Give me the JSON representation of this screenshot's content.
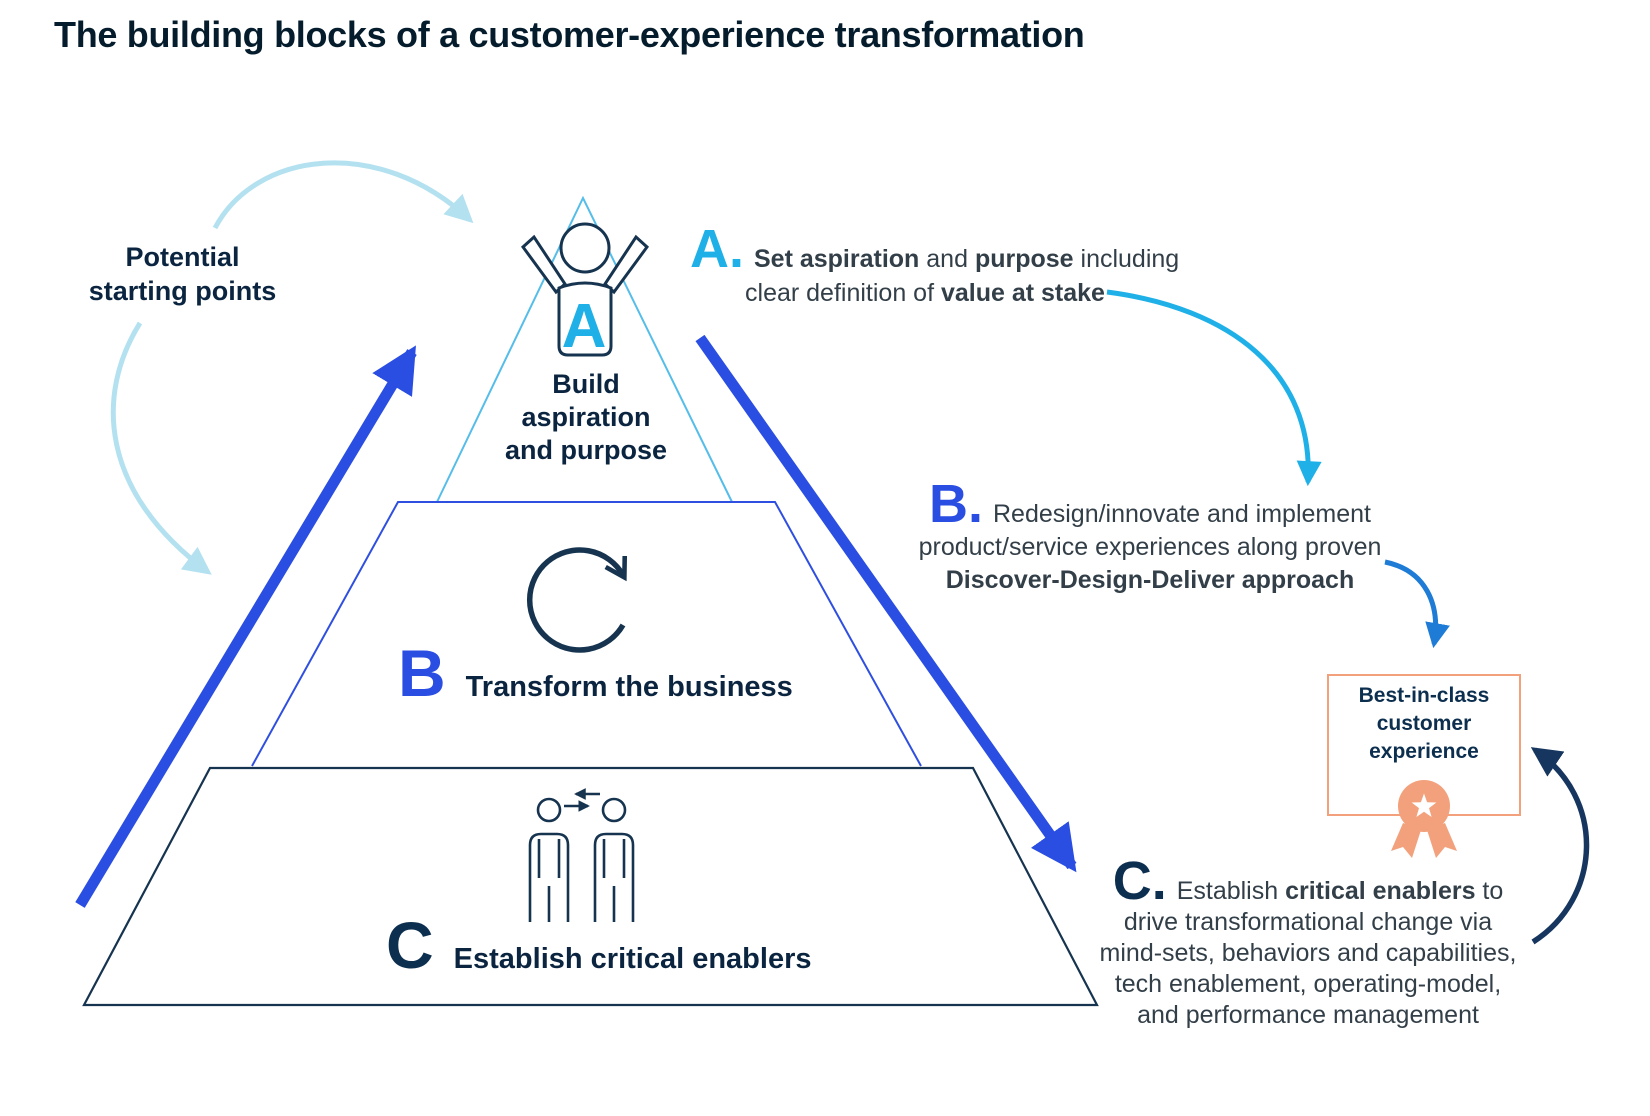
{
  "title": "The building blocks of a customer-experience transformation",
  "left_label": {
    "lines": [
      "Potential",
      "starting points"
    ]
  },
  "pyramid": {
    "a": {
      "letter": "A",
      "label_lines": [
        "Build",
        "aspiration",
        "and purpose"
      ]
    },
    "b": {
      "letter": "B",
      "label": "Transform the business"
    },
    "c": {
      "letter": "C",
      "label": "Establish critical enablers"
    }
  },
  "annotations": {
    "a": {
      "letter": "A.",
      "lines": [
        [
          {
            "t": "Set aspiration",
            "b": true
          },
          {
            "t": " and ",
            "b": false
          },
          {
            "t": "purpose",
            "b": true
          },
          {
            "t": " including",
            "b": false
          }
        ],
        [
          {
            "t": "clear definition of ",
            "b": false
          },
          {
            "t": "value at stake",
            "b": true
          }
        ]
      ]
    },
    "b": {
      "letter": "B.",
      "lines": [
        [
          {
            "t": "Redesign/innovate and implement",
            "b": false
          }
        ],
        [
          {
            "t": "product/service experiences along proven",
            "b": false
          }
        ],
        [
          {
            "t": "Discover-Design-Deliver approach",
            "b": true
          }
        ]
      ]
    },
    "c": {
      "letter": "C.",
      "lines": [
        [
          {
            "t": "Establish ",
            "b": false
          },
          {
            "t": "critical enablers",
            "b": true
          },
          {
            "t": " to",
            "b": false
          }
        ],
        [
          {
            "t": "drive transformational change via",
            "b": false
          }
        ],
        [
          {
            "t": "mind-sets, behaviors and capabilities,",
            "b": false
          }
        ],
        [
          {
            "t": "tech enablement, operating-model,",
            "b": false
          }
        ],
        [
          {
            "t": "and performance management",
            "b": false
          }
        ]
      ]
    }
  },
  "best_box": {
    "lines": [
      "Best-in-class",
      "customer",
      "experience"
    ]
  },
  "icons": [
    "person-celebrating-icon",
    "refresh-cycle-icon",
    "people-exchange-icon",
    "award-ribbon-icon"
  ],
  "colors": {
    "ink": "#051c2c",
    "cyan": "#20b0e8",
    "triangle_cyan": "#55bde9",
    "royal_blue": "#2a4de2",
    "mid_blue": "#1e7cd6",
    "dark_navy_arrow": "#16365f",
    "pale_cyan": "#b4e1f0",
    "salmon": "#f2a17c",
    "icon_navy": "#16344f"
  }
}
